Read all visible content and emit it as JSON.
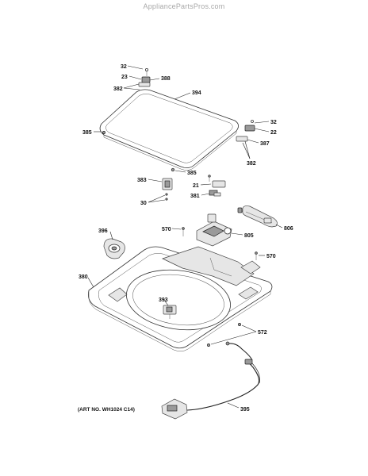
{
  "watermark": "AppliancePartsPros.com",
  "art_number": "(ART NO. WH1024 C14)",
  "callouts": {
    "c32a": "32",
    "c23": "23",
    "c388": "388",
    "c382a": "382",
    "c394": "394",
    "c385a": "385",
    "c32b": "32",
    "c22": "22",
    "c387": "387",
    "c382b": "382",
    "c385b": "385",
    "c383": "383",
    "c30": "30",
    "c21": "21",
    "c381": "381",
    "c806": "806",
    "c570a": "570",
    "c805": "805",
    "c396": "396",
    "c570b": "570",
    "c380": "380",
    "c393": "393",
    "c572": "572",
    "c395": "395"
  },
  "icons": [
    "hinge-icon",
    "screw-icon",
    "lid-icon",
    "top-panel-icon",
    "wire-harness-icon",
    "control-board-icon",
    "bleach-dispenser-icon"
  ]
}
